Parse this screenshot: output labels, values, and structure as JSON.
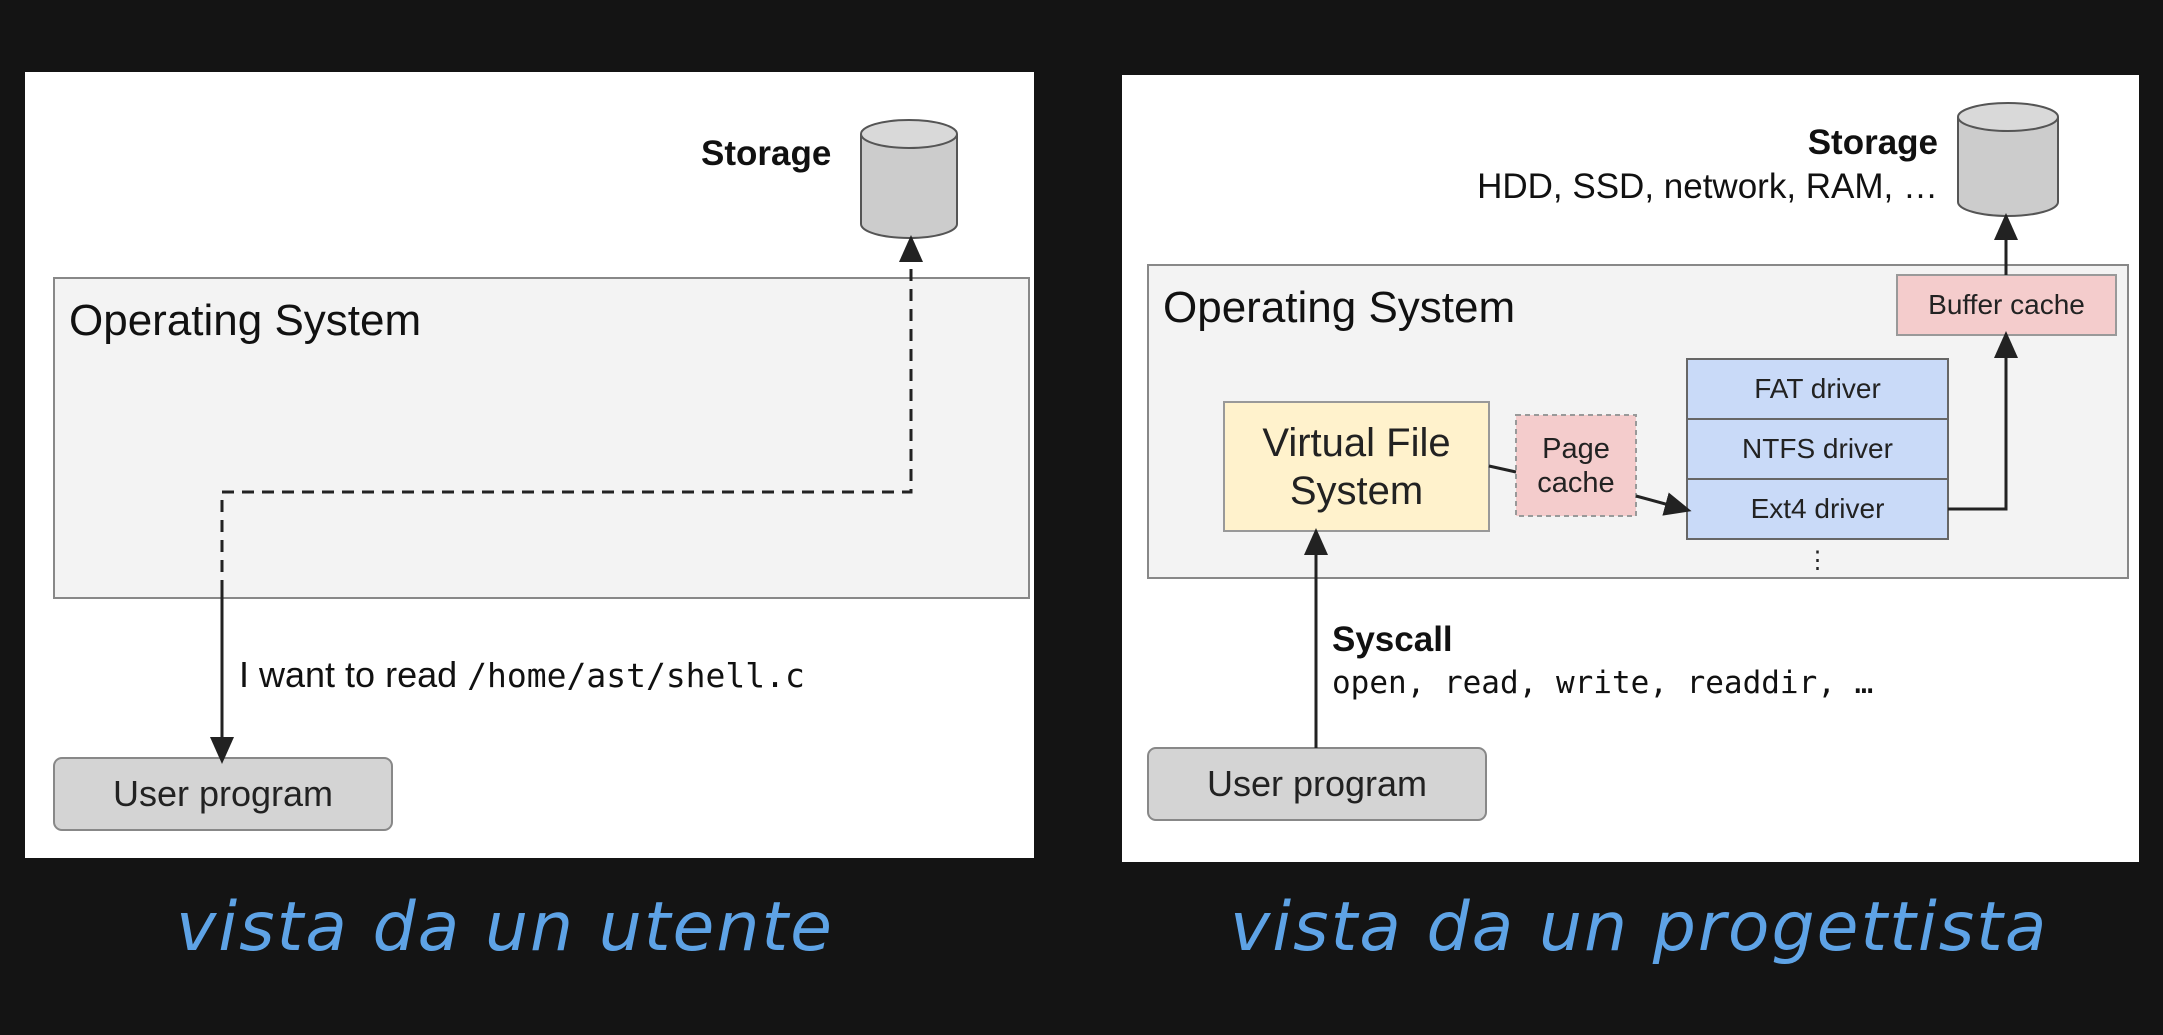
{
  "left": {
    "storage_label": "Storage",
    "os_label": "Operating System",
    "request_prefix": "I want to read ",
    "request_path": "/home/ast/shell.c",
    "user_program": "User program",
    "caption": "vista da un utente"
  },
  "right": {
    "storage_label": "Storage",
    "storage_types": "HDD, SSD, network, RAM, …",
    "os_label": "Operating System",
    "buffer_cache": "Buffer cache",
    "vfs": "Virtual File System",
    "page_cache": "Page cache",
    "drivers": [
      "FAT driver",
      "NTFS driver",
      "Ext4 driver"
    ],
    "more_drivers": "⋮",
    "syscall_title": "Syscall",
    "syscall_list": "open, read, write, readdir, …",
    "user_program": "User program",
    "caption": "vista da un progettista"
  },
  "colors": {
    "background": "#141414",
    "os_box": "#f3f3f3",
    "user_program": "#d4d4d4",
    "storage": "#cccccc",
    "vfs": "#fff2cc",
    "cache": "#f4cccc",
    "driver": "#c9daf8",
    "caption": "#5ea3e6"
  }
}
